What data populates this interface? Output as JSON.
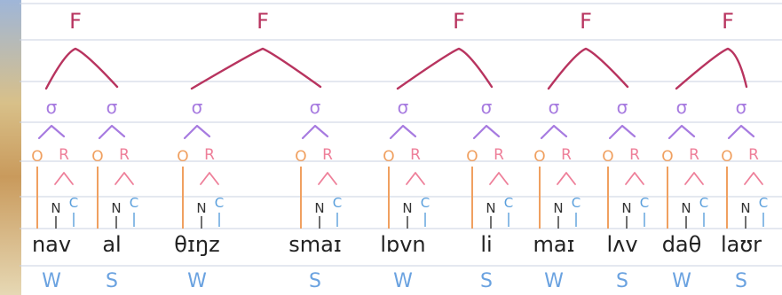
{
  "colors": {
    "foot": "#b8345f",
    "syllable": "#a77be0",
    "onset": "#f0a060",
    "rime": "#ee7f99",
    "nucleus": "#333333",
    "coda": "#5a9fdc",
    "stress": "#6aa2e0",
    "paper_line": "#c8d0e0",
    "margin_art": "#c9b18a"
  },
  "labels": {
    "foot": "F",
    "syllable": "σ",
    "onset": "O",
    "rime": "R",
    "nucleus": "N",
    "coda": "C"
  },
  "feet": [
    {
      "syllables": [
        {
          "word": "nav",
          "stress": "W"
        },
        {
          "word": "al",
          "stress": "S"
        }
      ]
    },
    {
      "syllables": [
        {
          "word": "θɪŋz",
          "stress": "W"
        },
        {
          "word": "smaɪ",
          "stress": "S"
        }
      ]
    },
    {
      "syllables": [
        {
          "word": "lɒvn",
          "stress": "W"
        },
        {
          "word": "li",
          "stress": "S"
        }
      ]
    },
    {
      "syllables": [
        {
          "word": "maɪ",
          "stress": "W"
        },
        {
          "word": "lʌv",
          "stress": "S"
        }
      ]
    },
    {
      "syllables": [
        {
          "word": "daθ",
          "stress": "W"
        },
        {
          "word": "laʊr",
          "stress": "S"
        }
      ]
    }
  ]
}
